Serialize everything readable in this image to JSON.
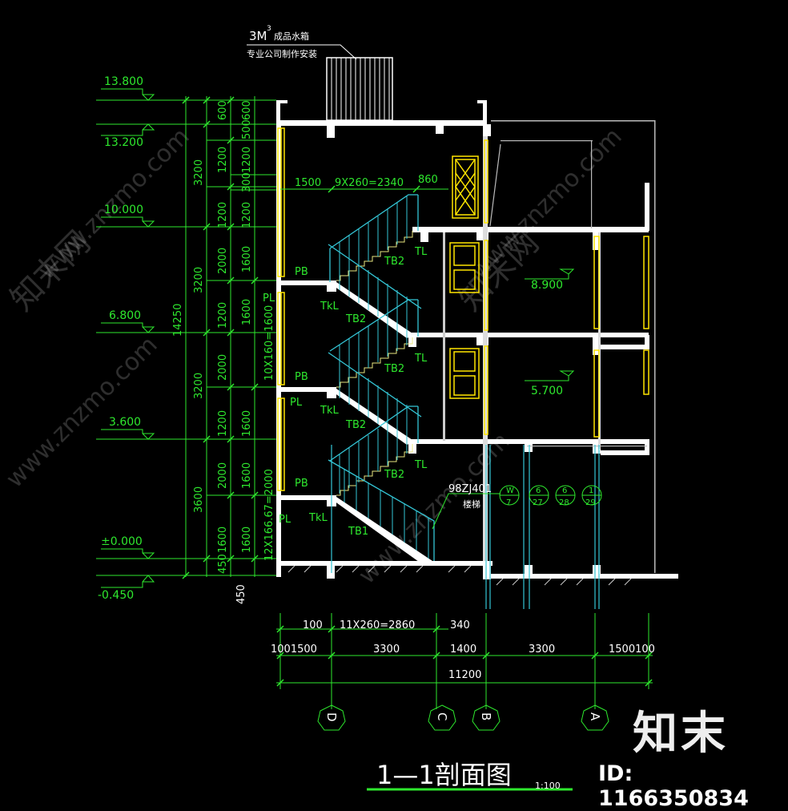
{
  "tank_note": {
    "volume": "3M",
    "sup": "3",
    "line1": "成品水箱",
    "line2": "专业公司制作安装"
  },
  "elevations": {
    "e13800": "13.800",
    "e13200": "13.200",
    "e10000": "10.000",
    "e6800": "6.800",
    "e3600": "3.600",
    "e0": "±0.000",
    "em450": "-0.450",
    "e8900": "8.900",
    "e5700": "5.700"
  },
  "dims_left": {
    "total": "14250",
    "d3200a": "3200",
    "d3200b": "3200",
    "d3200c": "3200",
    "d3600": "3600",
    "d600": "600",
    "d1200a": "1200",
    "d1200b": "1200",
    "d2000a": "2000",
    "d1200c": "1200",
    "d2000b": "2000",
    "d1200d": "1200",
    "d2000c": "2000",
    "d1600": "1600",
    "d450": "450",
    "d450b": "450"
  },
  "dims_right": {
    "d600": "600",
    "d500": "500",
    "d1200a": "1200",
    "d300": "300",
    "d1200b": "1200",
    "d1600a": "1600",
    "d1600b": "1600",
    "r10x160": "10X160=1600",
    "d1600c": "1600",
    "d1600d": "1600",
    "r12x": "12X166.67=2000",
    "d1600e": "1600"
  },
  "stair_top": {
    "d1500": "1500",
    "treads": "9X260=2340",
    "d860": "860"
  },
  "labels": {
    "pb": "PB",
    "pl": "PL",
    "tkl": "TkL",
    "tb2": "TB2",
    "tl": "TL",
    "tb1": "TB1",
    "ref_code": "98ZJ401",
    "ref_name": "楼梯",
    "r1_top": "W",
    "r1_bot": "7",
    "r2_top": "6",
    "r2_bot": "27",
    "r3_top": "6",
    "r3_bot": "28",
    "r4_top": "1",
    "r4_bot": "29"
  },
  "dims_bottom": {
    "d100": "100",
    "treads": "11X260=2860",
    "d340": "340",
    "d1001500": "1001500",
    "d3300a": "3300",
    "d1400": "1400",
    "d3300b": "3300",
    "d1500100": "1500100",
    "total": "11200"
  },
  "axes": [
    "D",
    "C",
    "B",
    "A"
  ],
  "title": {
    "main": "1—1剖面图",
    "scale": "1:100"
  },
  "watermark": {
    "site": "www.znzmo.com",
    "brand": "知末",
    "cn": "知末网",
    "id": "ID: 1166350834"
  },
  "colors": {
    "dim": "#2ee82e",
    "wall": "#ffffff",
    "rail": "#34c6d6",
    "window": "#ffe600"
  }
}
